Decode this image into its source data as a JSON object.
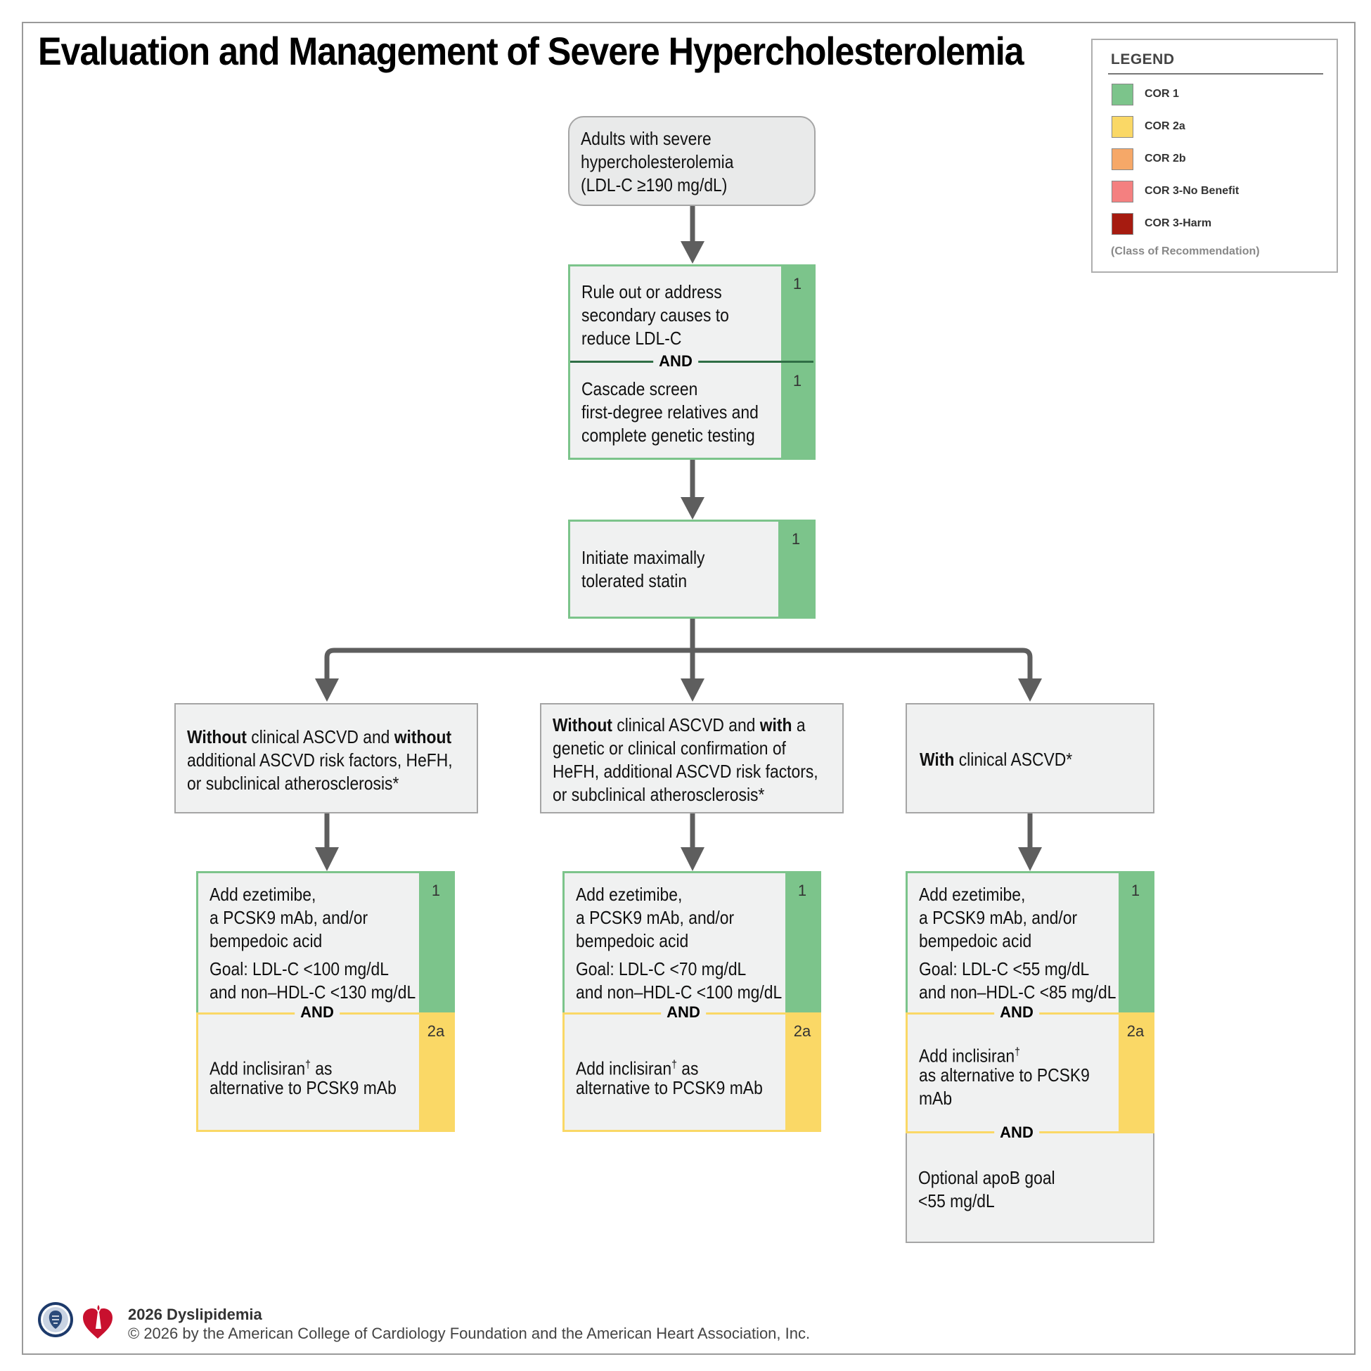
{
  "title": "Evaluation and Management of Severe Hypercholesterolemia",
  "legend": {
    "heading": "LEGEND",
    "items": [
      {
        "label": "COR 1",
        "color": "#7cc48b"
      },
      {
        "label": "COR 2a",
        "color": "#fad866"
      },
      {
        "label": "COR 2b",
        "color": "#f6a868"
      },
      {
        "label": "COR 3-No Benefit",
        "color": "#f48080"
      },
      {
        "label": "COR 3-Harm",
        "color": "#a61b10"
      }
    ],
    "note": "(Class of Recommendation)"
  },
  "start": {
    "line1": "Adults with severe",
    "line2": "hypercholesterolemia",
    "line3": "(LDL-C ≥190 mg/dL)"
  },
  "step2": {
    "a_line1": "Rule out or address",
    "a_line2": "secondary causes to",
    "a_line3": "reduce LDL-C",
    "a_cor": "1",
    "and": "AND",
    "b_line1": "Cascade screen",
    "b_line2": "first-degree relatives and",
    "b_line3": "complete genetic testing",
    "b_cor": "1"
  },
  "step3": {
    "line1": "Initiate maximally",
    "line2": "tolerated statin",
    "cor": "1"
  },
  "branches": {
    "left": {
      "l1_b1": "Without",
      "l1_t1": " clinical ASCVD and ",
      "l1_b2": "without",
      "line2": "additional ASCVD risk factors, HeFH,",
      "line3": "or subclinical atherosclerosis*"
    },
    "middle": {
      "l1_b1": "Without",
      "l1_t1": " clinical ASCVD and ",
      "l1_b2": "with",
      "l1_t2": " a",
      "line2": "genetic or clinical confirmation of",
      "line3": "HeFH, additional ASCVD risk factors,",
      "line4": "or subclinical atherosclerosis*"
    },
    "right": {
      "l1_b1": "With",
      "l1_t1": " clinical ASCVD*"
    }
  },
  "treatments": {
    "left": {
      "line1": "Add ezetimibe,",
      "line2": "a PCSK9 mAb, and/or",
      "line3": "bempedoic acid",
      "goal1": "Goal: LDL-C <100 mg/dL",
      "goal2": "and non–HDL-C <130 mg/dL",
      "cor": "1",
      "and": "AND",
      "inc_pre": "Add inclisiran",
      "inc_dagger": "†",
      "inc_post": " as",
      "inc_line2": "alternative to PCSK9 mAb",
      "inc_cor": "2a"
    },
    "middle": {
      "line1": "Add ezetimibe,",
      "line2": "a PCSK9 mAb, and/or",
      "line3": "bempedoic acid",
      "goal1": "Goal: LDL-C <70 mg/dL",
      "goal2": "and non–HDL-C <100 mg/dL",
      "cor": "1",
      "and": "AND",
      "inc_pre": "Add inclisiran",
      "inc_dagger": "†",
      "inc_post": " as",
      "inc_line2": "alternative to PCSK9 mAb",
      "inc_cor": "2a"
    },
    "right": {
      "line1": "Add ezetimibe,",
      "line2": "a PCSK9 mAb, and/or",
      "line3": "bempedoic acid",
      "goal1": "Goal: LDL-C <55 mg/dL",
      "goal2": "and non–HDL-C <85 mg/dL",
      "cor": "1",
      "and": "AND",
      "inc_pre": "Add inclisiran",
      "inc_dagger": "†",
      "inc_line2": "as alternative to PCSK9",
      "inc_line3": "mAb",
      "inc_cor": "2a",
      "and2": "AND",
      "apob_line1": "Optional apoB goal",
      "apob_line2": "<55 mg/dL"
    }
  },
  "footer": {
    "line1": "2026 Dyslipidemia",
    "line2": "© 2026 by the American College of Cardiology Foundation and the American Heart Association, Inc."
  },
  "colors": {
    "cor1": "#7cc48b",
    "cor2a": "#fad866",
    "arrow": "#5e5e5e",
    "box_bg": "#f0f1f1"
  }
}
